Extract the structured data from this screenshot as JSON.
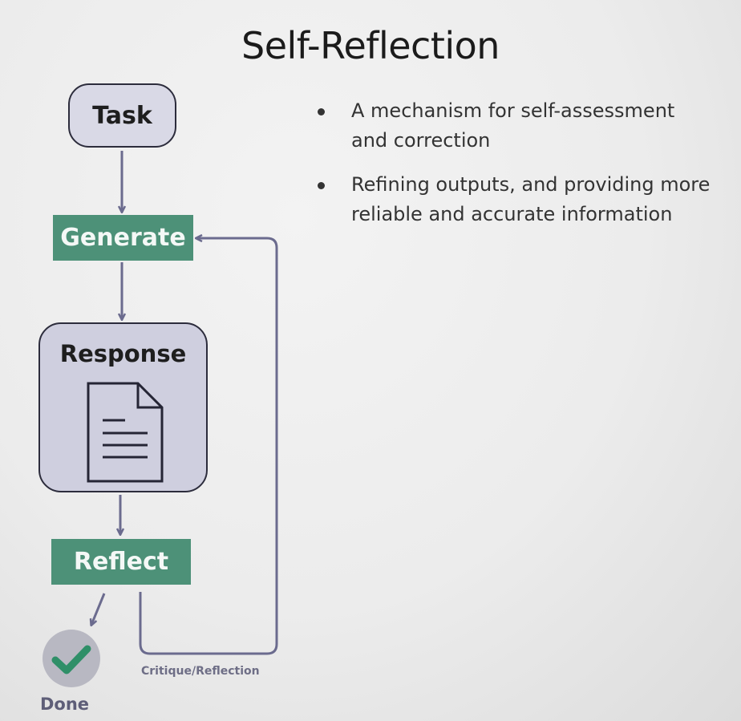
{
  "title": "Self-Reflection",
  "diagram": {
    "task": "Task",
    "generate": "Generate",
    "response": "Response",
    "reflect": "Reflect",
    "done": "Done",
    "critique": "Critique/Reflection"
  },
  "bullets": [
    "A mechanism for self-assessment and correction",
    "Refining outputs, and providing more reliable and accurate information"
  ],
  "colors": {
    "accent_green": "#4d9178",
    "connector": "#6b6b8e",
    "node_fill": "#d9d9e6",
    "check_green": "#2f8f68"
  },
  "icons": {
    "document": "document-icon",
    "check": "check-icon"
  }
}
